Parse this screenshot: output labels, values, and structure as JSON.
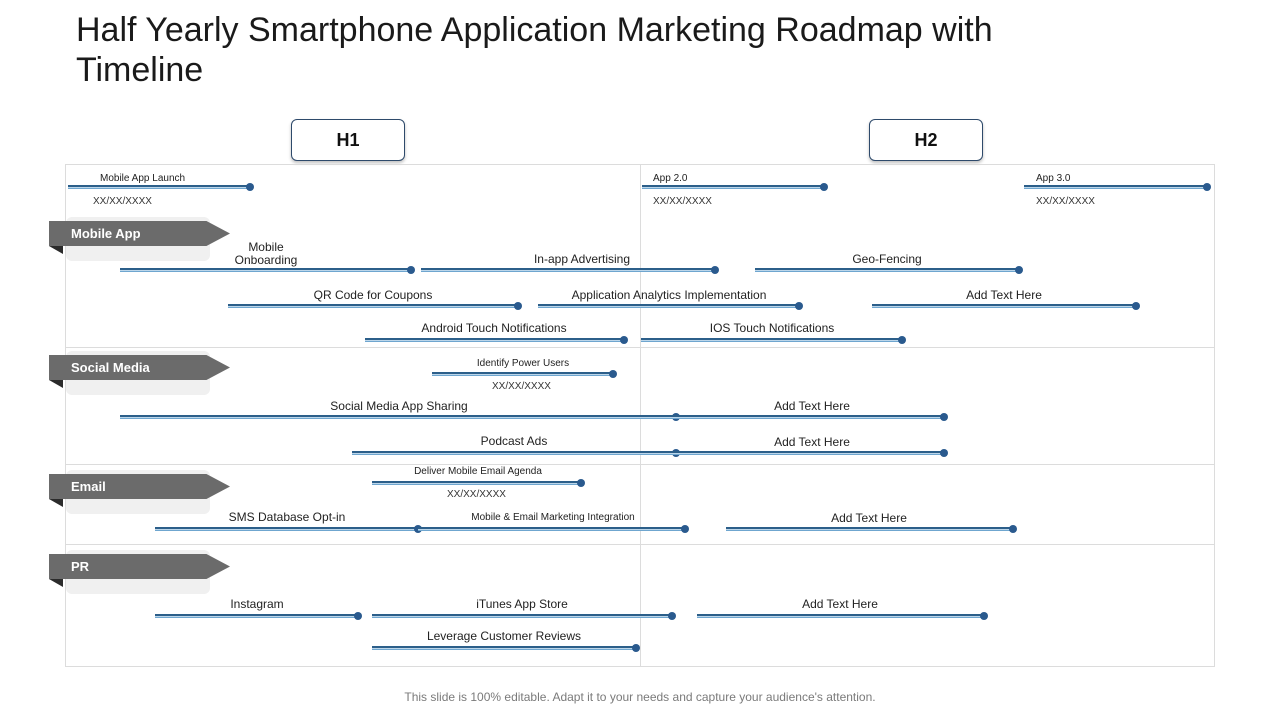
{
  "title": "Half Yearly Smartphone Application Marketing Roadmap with Timeline",
  "phases": {
    "h1": "H1",
    "h2": "H2"
  },
  "categories": {
    "mobile_app": "Mobile App",
    "social_media": "Social Media",
    "email": "Email",
    "pr": "PR"
  },
  "milestones": {
    "launch": "Mobile App Launch",
    "app2": "App 2.0",
    "app3": "App 3.0",
    "date": "XX/XX/XXXX"
  },
  "tasks": {
    "mobile_onboarding": "Mobile\nOnboarding",
    "inapp_advertising": "In-app Advertising",
    "geo_fencing": "Geo-Fencing",
    "qr_code": "QR Code for Coupons",
    "analytics": "Application Analytics Implementation",
    "add_text_1": "Add Text Here",
    "android_notif": "Android Touch Notifications",
    "ios_notif": "IOS Touch Notifications",
    "identify_power_users": "Identify Power Users",
    "social_sharing": "Social Media App Sharing",
    "add_text_2": "Add Text Here",
    "podcast_ads": "Podcast Ads",
    "add_text_3": "Add Text Here",
    "deliver_email": "Deliver Mobile Email Agenda",
    "sms_db": "SMS Database Opt-in",
    "mobile_email_integration": "Mobile & Email Marketing Integration",
    "add_text_4": "Add Text Here",
    "instagram": "Instagram",
    "itunes": "iTunes App Store",
    "add_text_5": "Add Text Here",
    "leverage_reviews": "Leverage Customer Reviews"
  },
  "footer": "This slide is 100% editable. Adapt it to your needs and capture your audience's attention."
}
